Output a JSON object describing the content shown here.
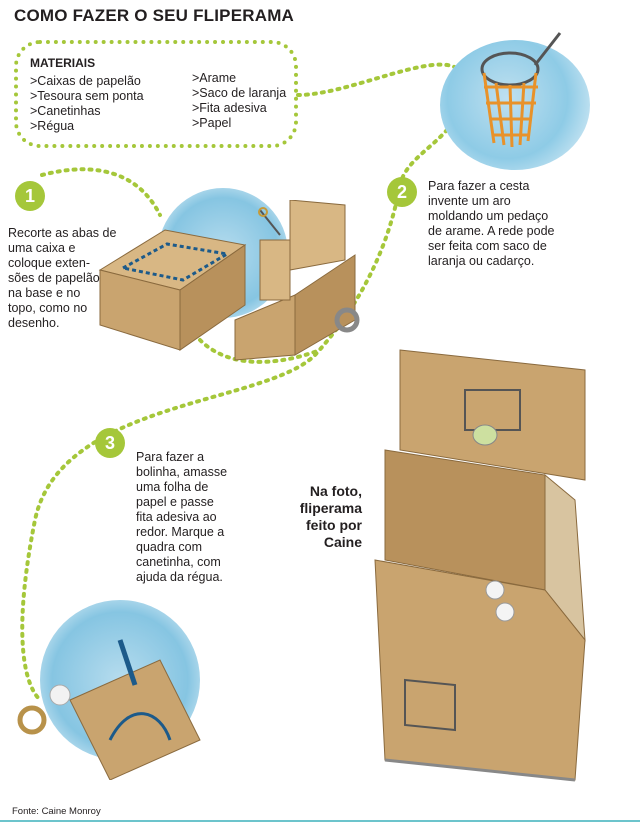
{
  "title": "COMO FAZER O SEU FLIPERAMA",
  "materials": {
    "heading": "MATERIAIS",
    "col1": [
      ">Caixas de papelão",
      ">Tesoura sem ponta",
      ">Canetinhas",
      ">Régua"
    ],
    "col2": [
      ">Arame",
      ">Saco de laranja",
      ">Fita adesiva",
      ">Papel"
    ]
  },
  "steps": [
    {
      "number": "1",
      "lines": [
        "Recorte as abas de",
        "uma caixa e",
        "coloque exten-",
        "sões de papelão",
        "na base e no",
        "topo, como no",
        "desenho."
      ]
    },
    {
      "number": "2",
      "lines": [
        "Para fazer a cesta",
        "invente um aro",
        "moldando um pedaço",
        "de arame. A rede pode",
        "ser feita com saco de",
        "laranja ou cadarço."
      ]
    },
    {
      "number": "3",
      "lines": [
        "Para fazer a",
        "bolinha, amasse",
        "uma folha de",
        "papel e passe",
        "fita adesiva ao",
        "redor. Marque a",
        "quadra com",
        "canetinha, com",
        "ajuda da régua."
      ]
    }
  ],
  "photo_caption": [
    "Na foto,",
    "fliperama",
    "feito por",
    "Caine"
  ],
  "source": "Fonte: Caine Monroy",
  "colors": {
    "accent": "#a5c73a",
    "bubble": "#7fc0de",
    "cardboard": "#c9a46f",
    "net": "#e8922a",
    "rule": "#6cc4cc"
  }
}
